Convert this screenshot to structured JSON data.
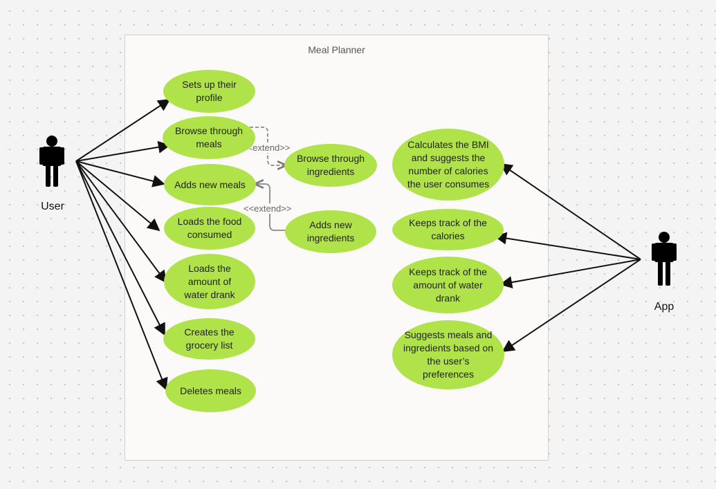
{
  "system": {
    "title": "Meal Planner"
  },
  "actors": {
    "user": {
      "label": "User"
    },
    "app": {
      "label": "App"
    }
  },
  "use_cases": {
    "setup_profile": "Sets up their profile",
    "browse_meals": "Browse through meals",
    "browse_ingredients": "Browse through ingredients",
    "add_meals": "Adds new meals",
    "add_ingredients": "Adds new ingredients",
    "load_food": "Loads the food consumed",
    "load_water": "Loads the amount of water drank",
    "grocery_list": "Creates the grocery list",
    "delete_meals": "Deletes meals",
    "calc_bmi": "Calculates the BMI and suggests the number of calories the user consumes",
    "track_calories": "Keeps track of the calories",
    "track_water": "Keeps track of the amount of water drank",
    "suggest_meals": "Suggests meals and ingredients based on the user’s preferences"
  },
  "relations": {
    "extend_1": "<<extend>>",
    "extend_2": "<<extend>>"
  },
  "colors": {
    "use_case_fill": "#b0e34a",
    "association_line": "#111111",
    "extend_line": "#777777"
  }
}
